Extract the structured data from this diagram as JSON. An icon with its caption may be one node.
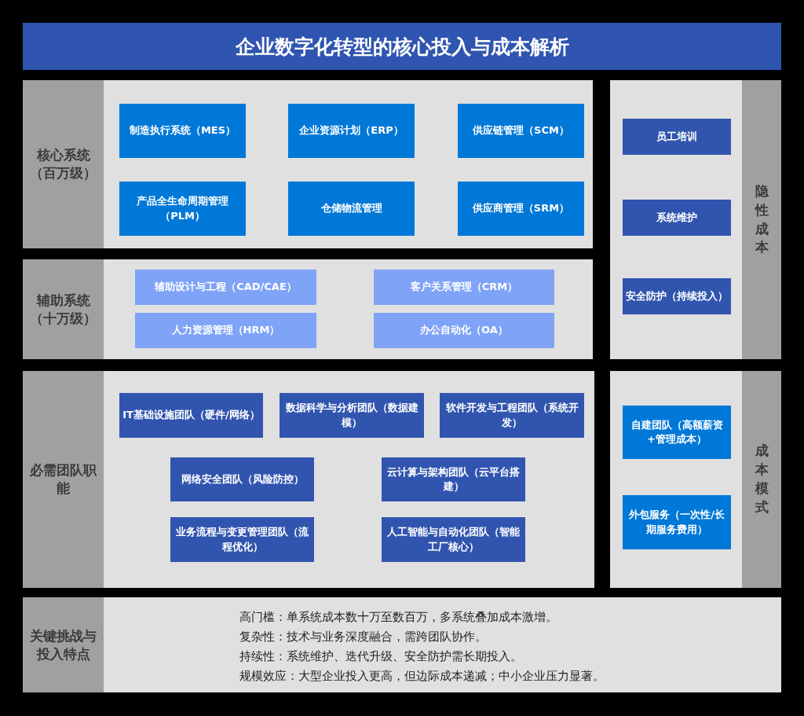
{
  "diagram": {
    "title": "企业数字化转型的核心投入与成本解析",
    "nodes": [
      {
        "text": [
          "核心系统（百万级）"
        ]
      },
      {
        "text": [
          "制造执行系统（MES）"
        ],
        "in": 0
      },
      {
        "text": [
          "企业资源计划（ERP）"
        ],
        "in": 0
      },
      {
        "text": [
          "供应链管理（SCM）"
        ],
        "in": 0
      },
      {
        "text": [
          "产品全生命周期管理（PLM）"
        ],
        "in": 0
      },
      {
        "text": [
          "仓储物流管理"
        ],
        "in": 0
      },
      {
        "text": [
          "供应商管理（SRM）"
        ],
        "in": 0
      },
      {
        "text": [
          "辅助系统（十万级）"
        ]
      },
      {
        "text": [
          "辅助设计与工程（CAD/CAE）"
        ],
        "in": 7
      },
      {
        "text": [
          "客户关系管理（CRM）"
        ],
        "in": 7
      },
      {
        "text": [
          "人力资源管理（HRM）"
        ],
        "in": 7
      },
      {
        "text": [
          "办公自动化（OA）"
        ],
        "in": 7
      },
      {
        "text": [
          "隐性成本"
        ]
      },
      {
        "text": [
          "员工培训"
        ],
        "in": 12
      },
      {
        "text": [
          "系统维护"
        ],
        "in": 12
      },
      {
        "text": [
          "安全防护（持续投入）"
        ],
        "in": 12
      },
      {
        "text": [
          "必需团队职能"
        ]
      },
      {
        "text": [
          "IT基础设施团队（硬件/网络）"
        ],
        "in": 16
      },
      {
        "text": [
          "数据科学与分析团队（数据建模）"
        ],
        "in": 16
      },
      {
        "text": [
          "软件开发与工程团队（系统开发）"
        ],
        "in": 16
      },
      {
        "text": [
          "网络安全团队（风险防控）"
        ],
        "in": 16
      },
      {
        "text": [
          "云计算与架构团队（云平台搭建）"
        ],
        "in": 16
      },
      {
        "text": [
          "业务流程与变更管理团队（流程优化）"
        ],
        "in": 16
      },
      {
        "text": [
          "人工智能与自动化团队（智能工厂核心）"
        ],
        "in": 16
      },
      {
        "text": [
          "成本模式"
        ]
      },
      {
        "text": [
          "自建团队（高额薪资+管理成本）"
        ],
        "in": 24
      },
      {
        "text": [
          "外包服务（一次性/长期服务费用）"
        ],
        "in": 24
      },
      {
        "text": [
          "关键挑战与投入特点",
          "高门槛：单系统成本数十万至数百万，多系统叠加成本激增。",
          "复杂性：技术与业务深度融合，需跨团队协作。",
          "持续性：系统维护、迭代升级、安全防护需长期投入。",
          "规模效应：大型企业投入更高，但边际成本递减；中小企业压力显著。"
        ]
      }
    ]
  }
}
